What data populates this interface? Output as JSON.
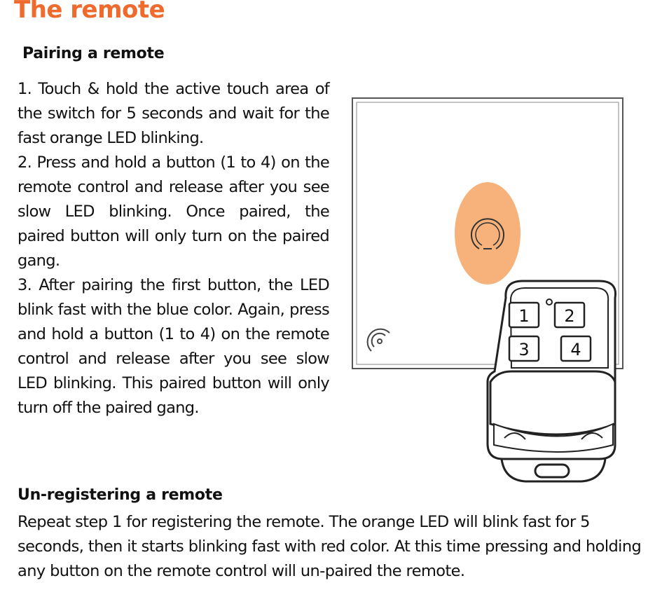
{
  "title": "The remote",
  "pairing": {
    "heading": "Pairing a remote",
    "steps": [
      "1. Touch & hold the active touch area of the switch for 5 seconds and wait for the fast orange LED blinking.",
      "2. Press and hold a button (1 to 4) on the remote control and release after you see slow LED blinking. Once paired, the paired button will only turn on the paired gang.",
      "3. After pairing the first button, the LED blink fast with the blue color. Again, press and hold a button (1 to 4) on the remote control and release after you see slow LED blinking. This paired button will only turn off the paired gang."
    ]
  },
  "unregistering": {
    "heading": "Un-registering a remote",
    "text": "Repeat step 1 for registering the remote. The orange LED will blink fast for 5 seconds, then it starts blinking fast with red color. At this time pressing and holding any button on the remote control will un-paired the remote."
  },
  "illustration": {
    "remote_buttons": [
      "1",
      "2",
      "3",
      "4"
    ],
    "touch_area_color": "#f6b27a",
    "accent_color": "#ee6a2d"
  }
}
